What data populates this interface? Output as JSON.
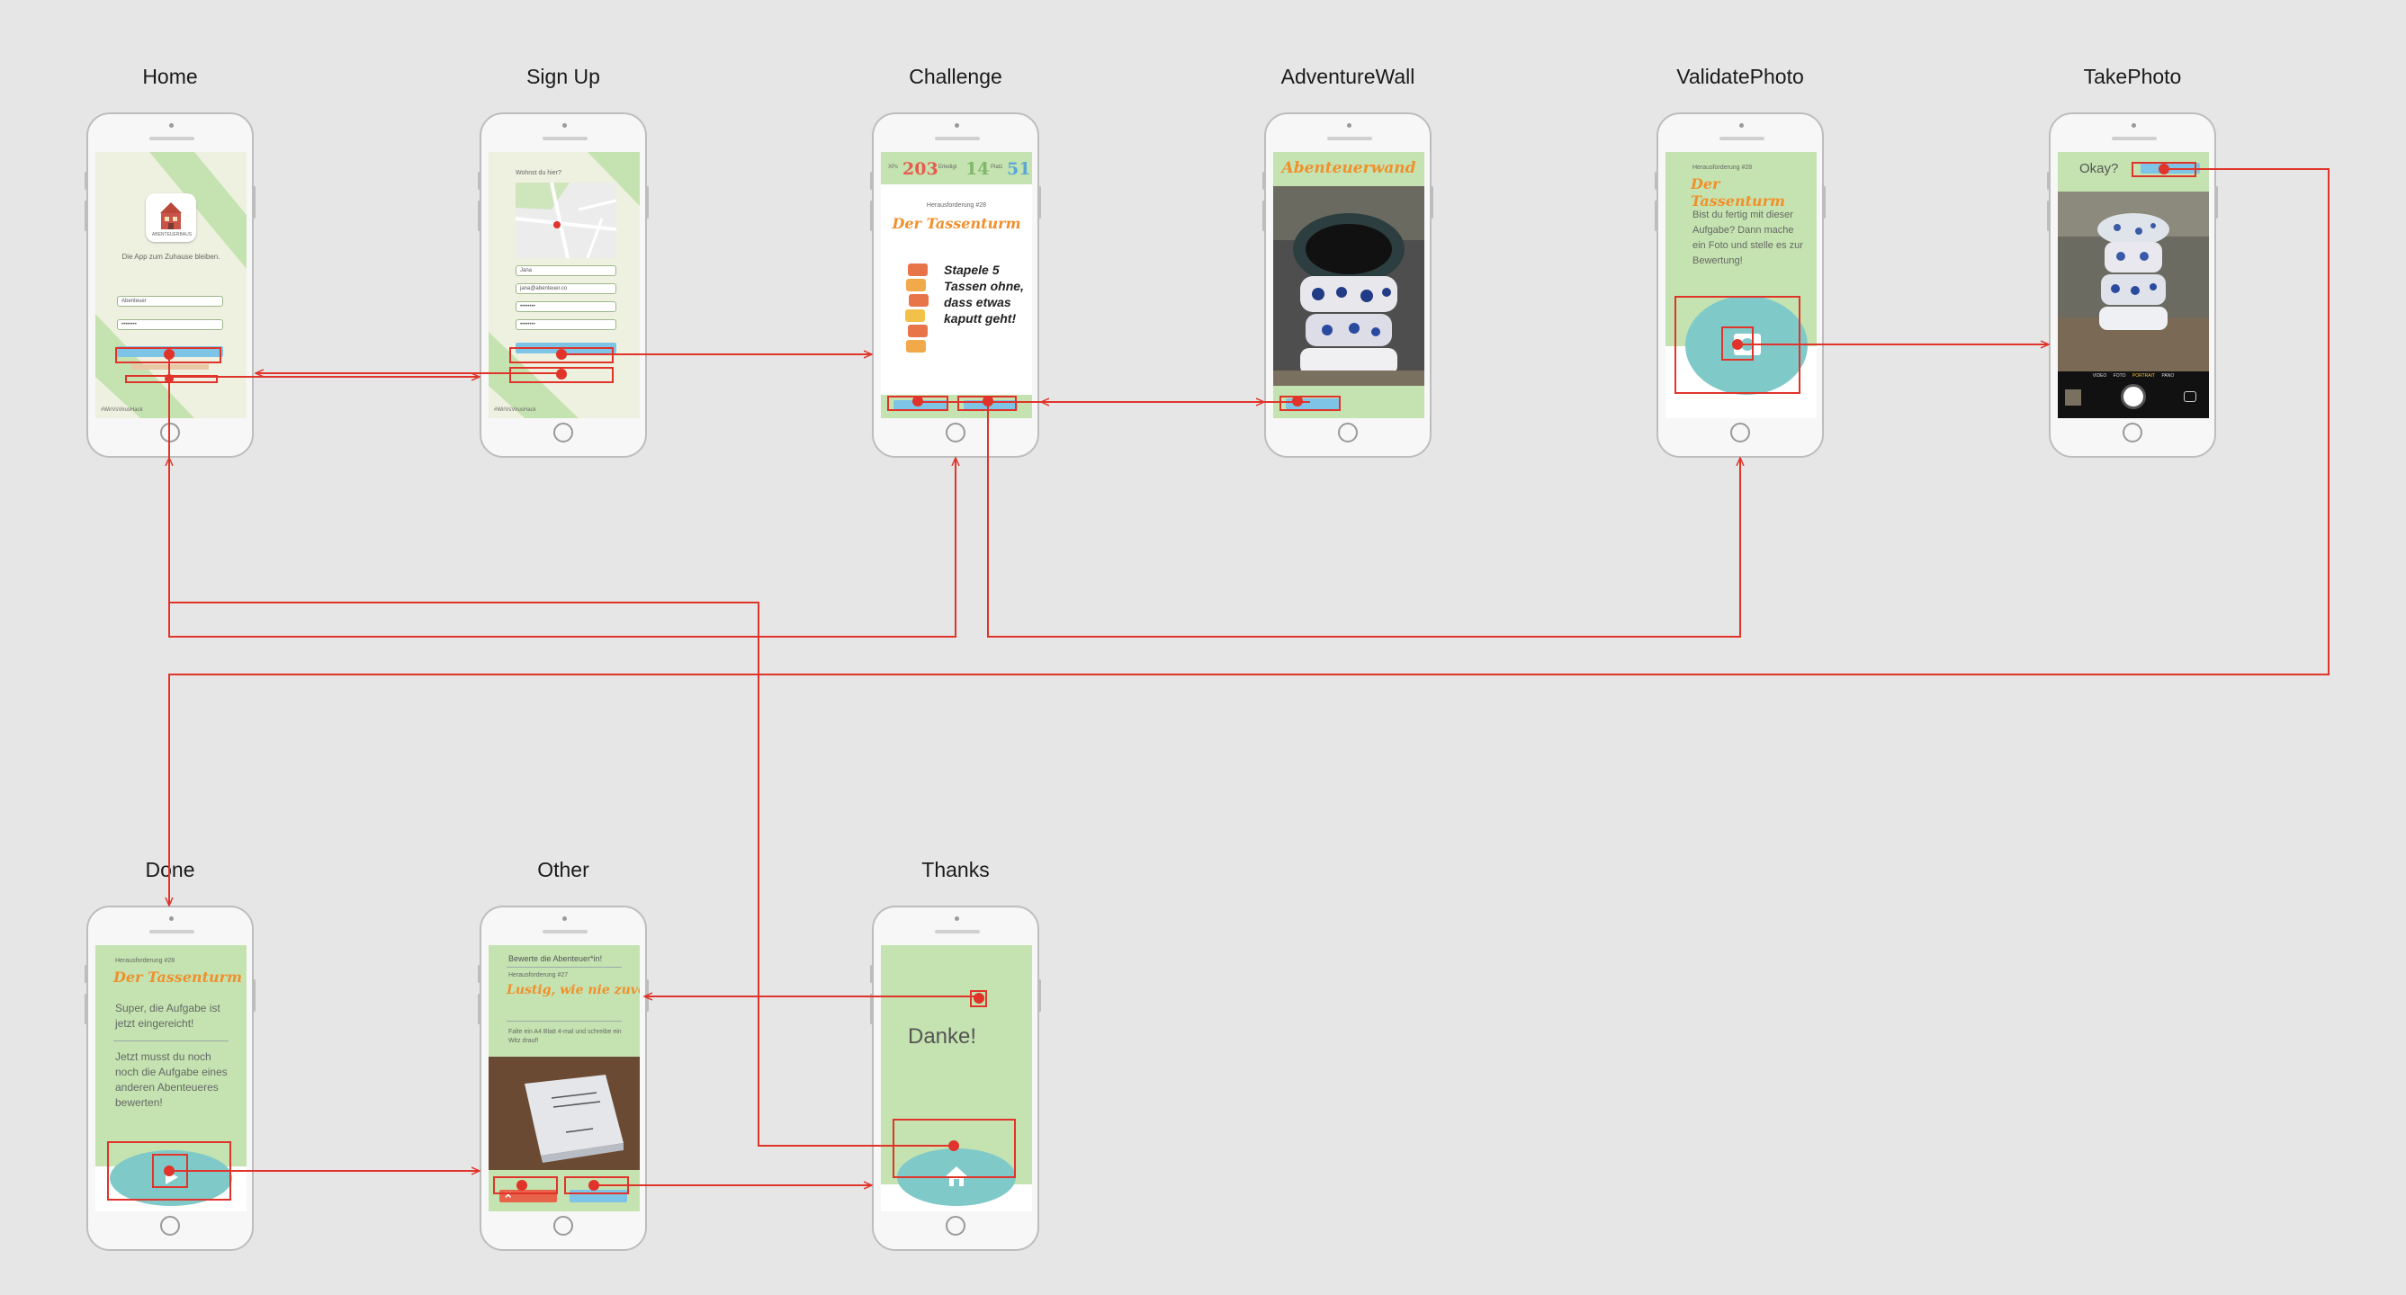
{
  "screens": {
    "home": {
      "title": "Home",
      "tagline": "Die App zum Zuhause bleiben.",
      "logo_text": "ABENTEUERBAUS",
      "field_user": "Abenteuer",
      "field_pass": "••••••••",
      "footer": "#WirVsVirusHack"
    },
    "signup": {
      "title": "Sign Up",
      "prompt": "Wohnst du hier?",
      "field_name": "Jana",
      "field_email": "jana@abenteuer.co",
      "field_pass1": "••••••••",
      "field_pass2": "••••••••",
      "footer": "#WirVsVirusHack"
    },
    "challenge": {
      "title": "Challenge",
      "stat1_label": "XPs",
      "stat1_value": "203",
      "stat2_label": "Erledigt",
      "stat2_value": "14",
      "stat3_label": "Platz",
      "stat3_value": "51",
      "subtitle": "Herausforderung #28",
      "headline": "Der Tassenturm",
      "task": "Stapele 5 Tassen ohne, dass etwas kaputt geht!"
    },
    "adventurewall": {
      "title": "AdventureWall",
      "headline": "Abenteuerwand"
    },
    "validatephoto": {
      "title": "ValidatePhoto",
      "subtitle": "Herausforderung #28",
      "headline": "Der Tassenturm",
      "text": "Bist du fertig mit dieser Aufgabe? Dann mache ein Foto und stelle es zur Bewertung!"
    },
    "takephoto": {
      "title": "TakePhoto",
      "okay": "Okay?",
      "modes": [
        "VIDEO",
        "FOTO",
        "PORTRAIT",
        "PANO"
      ]
    },
    "done": {
      "title": "Done",
      "subtitle": "Herausforderung #28",
      "headline": "Der Tassenturm",
      "text1": "Super, die Aufgabe ist jetzt eingereicht!",
      "text2": "Jetzt musst du noch noch die Aufgabe eines anderen Abenteueres bewerten!"
    },
    "other": {
      "title": "Other",
      "header": "Bewerte die Abenteuer*in!",
      "subtitle": "Herausforderung #27",
      "headline": "Lustig, wie nie zuvor!",
      "task": "Falte ein A4 Blatt 4-mal und schreibe ein Witz drauf!"
    },
    "thanks": {
      "title": "Thanks",
      "text": "Danke!"
    }
  },
  "colors": {
    "screen_green": "#c5e3b0",
    "link_red": "#e0342a",
    "accent_orange": "#f0902d",
    "oval_teal": "#7fcac9",
    "button_blue": "#7ec4e6"
  }
}
